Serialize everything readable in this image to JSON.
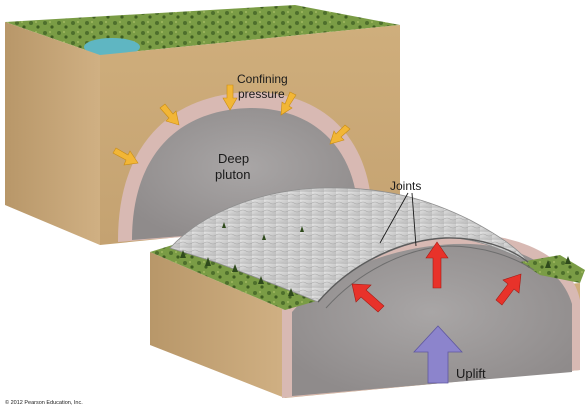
{
  "labels": {
    "confining_pressure_line1": "Confining",
    "confining_pressure_line2": "pressure",
    "deep_pluton_line1": "Deep",
    "deep_pluton_line2": "pluton",
    "joints": "Joints",
    "uplift": "Uplift"
  },
  "copyright": "© 2012 Pearson Education, Inc.",
  "colors": {
    "forest_top": "#6f9440",
    "soil_side": "#c9a777",
    "soil_side_dark": "#a98a5c",
    "pluton": "#9c9898",
    "pluton_halo": "#d8b9b3",
    "exposed_granite": "#cfcfcf",
    "pressure_arrow": "#f2b636",
    "expansion_arrow": "#e8322a",
    "uplift_arrow": "#8c84cc",
    "lake": "#5fb6c2"
  }
}
